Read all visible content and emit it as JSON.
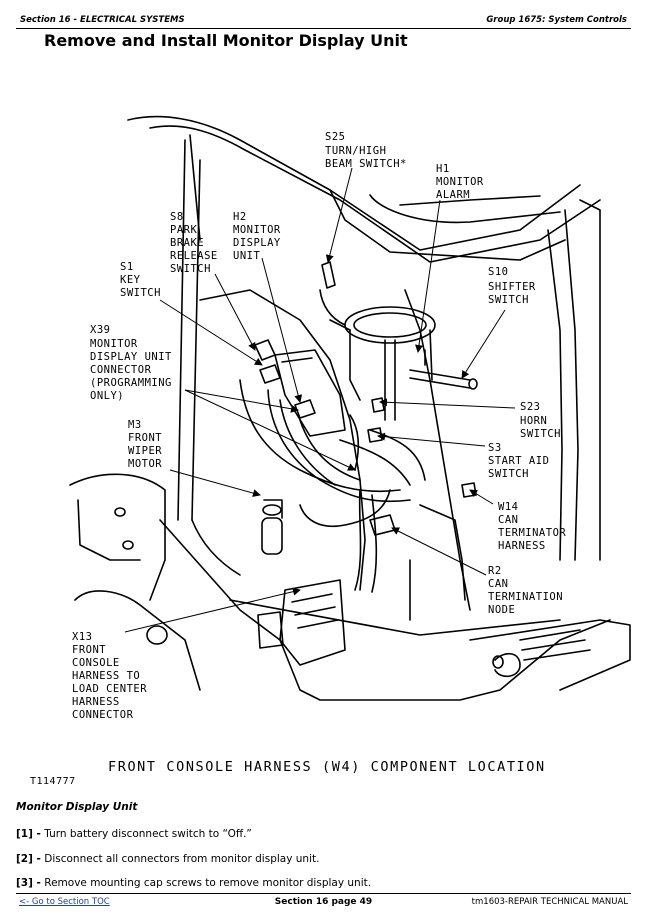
{
  "header": {
    "section": "Section 16 - ELECTRICAL SYSTEMS",
    "group": "Group 1675: System Controls"
  },
  "title": "Remove and Install Monitor Display Unit",
  "figure": {
    "caption": "FRONT CONSOLE HARNESS (W4) COMPONENT LOCATION",
    "figure_code": "T114777",
    "callouts": {
      "s25": [
        "S25",
        "TURN/HIGH",
        "BEAM SWITCH*"
      ],
      "h1": [
        "H1",
        "MONITOR",
        "ALARM"
      ],
      "s8": [
        "S8",
        "PARK",
        "BRAKE",
        "RELEASE",
        "SWITCH"
      ],
      "h2": [
        "H2",
        "MONITOR",
        "DISPLAY",
        "UNIT"
      ],
      "s1": [
        "S1",
        "KEY",
        "SWITCH"
      ],
      "s10": [
        "S10",
        "SHIFTER",
        "SWITCH"
      ],
      "x39": [
        "X39",
        "MONITOR",
        "DISPLAY UNIT",
        "CONNECTOR",
        "(PROGRAMMING",
        "ONLY)"
      ],
      "m3": [
        "M3",
        "FRONT",
        "WIPER",
        "MOTOR"
      ],
      "s23": [
        "S23",
        "HORN",
        "SWITCH"
      ],
      "s3": [
        "S3",
        "START AID",
        "SWITCH"
      ],
      "w14": [
        "W14",
        "CAN",
        "TERMINATOR",
        "HARNESS"
      ],
      "r2": [
        "R2",
        "CAN",
        "TERMINATION",
        "NODE"
      ],
      "x13": [
        "X13",
        "FRONT",
        "CONSOLE",
        "HARNESS TO",
        "LOAD CENTER",
        "HARNESS",
        "CONNECTOR"
      ]
    }
  },
  "subheading": "Monitor Display Unit",
  "steps": [
    {
      "num": "[1] -",
      "text": "Turn battery disconnect switch to “Off.”"
    },
    {
      "num": "[2] -",
      "text": "Disconnect all connectors from monitor display unit."
    },
    {
      "num": "[3] -",
      "text": "Remove mounting cap screws to remove monitor display unit."
    }
  ],
  "footer": {
    "toc_link": "<- Go to Section TOC",
    "page": "Section 16 page 49",
    "manual": "tm1603-REPAIR TECHNICAL MANUAL"
  }
}
